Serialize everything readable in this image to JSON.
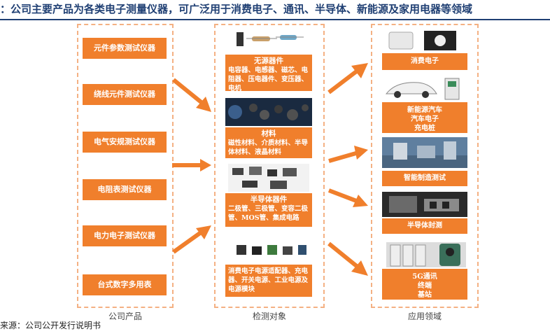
{
  "title": "：公司主要产品为各类电子测量仪器，可广泛用于消费电子、通讯、半导体、新能源及家用电器等领域",
  "columns": {
    "products": "公司产品",
    "targets": "检测对象",
    "applications": "应用领域"
  },
  "products": [
    "元件参数测试仪器",
    "绕线元件测试仪器",
    "电气安规测试仪器",
    "电阻表测试仪器",
    "电力电子测试仪器",
    "台式数字多用表"
  ],
  "targets": [
    {
      "heading": "无源器件",
      "detail": "电容器、电感器、磁芯、电阻器、压电器件、变压器、电机"
    },
    {
      "heading": "材料",
      "detail": "磁性材料、介质材料、半导体材料、液晶材料"
    },
    {
      "heading": "半导体器件",
      "detail": "二极管、三极管、变容二极管、MOS管、集成电路"
    },
    {
      "heading": "",
      "detail": "消费电子电源适配器、充电器、开关电源、工业电源及电源模块"
    }
  ],
  "applications": [
    {
      "label": "消费电子"
    },
    {
      "label": "新能源汽车\n汽车电子\n充电桩"
    },
    {
      "label": "智能制造测试"
    },
    {
      "label": "半导体封测"
    },
    {
      "label": "5G通讯\n终端\n基站"
    }
  ],
  "footer": "来源：公司公开发行说明书",
  "colors": {
    "accent": "#f07f2c",
    "dashed": "#f4b183",
    "title": "#1f3f73"
  }
}
